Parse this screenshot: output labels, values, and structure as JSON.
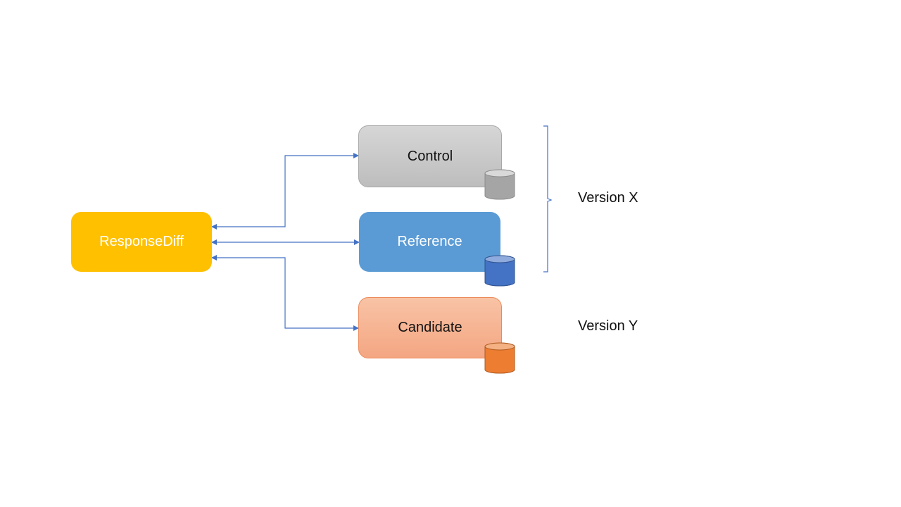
{
  "diagram": {
    "nodes": {
      "response_diff": "ResponseDiff",
      "control": "Control",
      "reference": "Reference",
      "candidate": "Candidate"
    },
    "groups": {
      "version_x": "Version X",
      "version_y": "Version Y"
    },
    "edges": [
      {
        "from": "ResponseDiff",
        "to": "Control",
        "bidirectional": true
      },
      {
        "from": "ResponseDiff",
        "to": "Reference",
        "bidirectional": true
      },
      {
        "from": "ResponseDiff",
        "to": "Candidate",
        "bidirectional": true
      }
    ],
    "colors": {
      "response_diff": "#FFC000",
      "control": "#BFBFBF",
      "reference": "#5B9BD5",
      "candidate": "#F4B183",
      "connector": "#4472C4",
      "db_control": "#A5A5A5",
      "db_reference": "#4472C4",
      "db_candidate": "#ED7D31"
    }
  }
}
